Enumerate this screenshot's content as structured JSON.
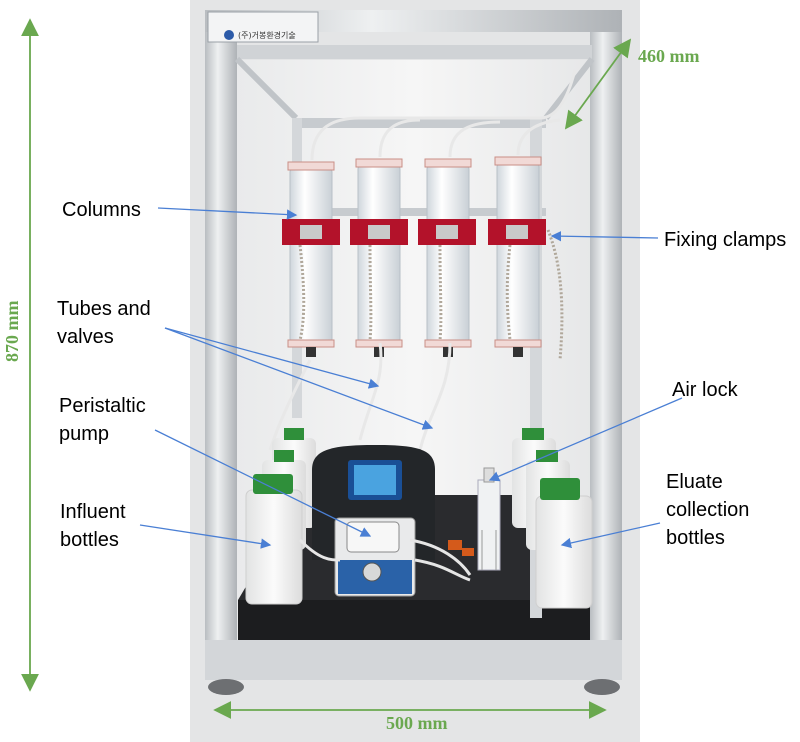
{
  "labels": {
    "columns": "Columns",
    "fixing_clamps": "Fixing clamps",
    "tubes_valves_line1": "Tubes and",
    "tubes_valves_line2": "valves",
    "air_lock": "Air lock",
    "peristaltic_line1": "Peristaltic",
    "peristaltic_line2": "pump",
    "influent_line1": "Influent",
    "influent_line2": "bottles",
    "eluate_line1": "Eluate",
    "eluate_line2": "collection",
    "eluate_line3": "bottles"
  },
  "dimensions": {
    "height": "870 mm",
    "depth": "460 mm",
    "width": "500 mm"
  },
  "nameplate": {
    "company": "(주)거봉환경기술"
  },
  "colors": {
    "dimension": "#6aa84f",
    "arrow": "#4a7fd4",
    "clamp": "#b3122a",
    "bottle_cap": "#2f8f3a",
    "frame": "#d6d9dc"
  }
}
